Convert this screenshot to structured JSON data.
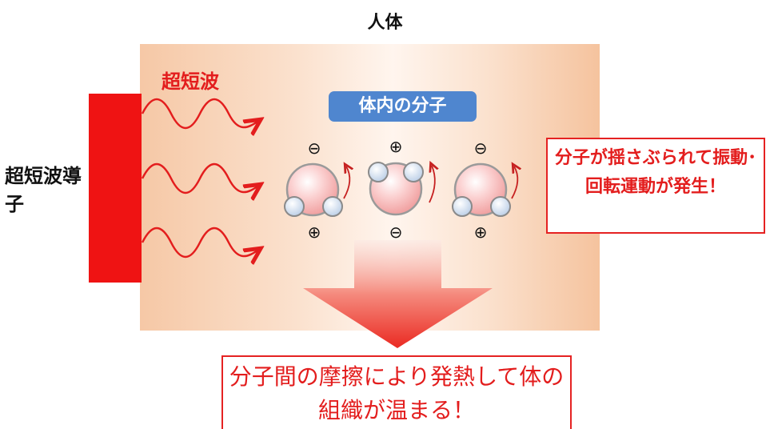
{
  "title": "人体",
  "transducer": {
    "label": "超短波導子"
  },
  "waves": {
    "label": "超短波",
    "color": "#e31d1d"
  },
  "molecules": {
    "badge": "体内の分子",
    "items": [
      {
        "top_charge": "⊖",
        "bottom_charge": "⊕"
      },
      {
        "top_charge": "⊕",
        "bottom_charge": "⊖"
      },
      {
        "top_charge": "⊖",
        "bottom_charge": "⊕"
      }
    ]
  },
  "callouts": {
    "right": "分子が揺さぶられて振動･回転運動が発生！",
    "bottom": "分子間の摩擦により発熱して体の組織が温まる！"
  },
  "colors": {
    "accent": "#e52222",
    "badge": "#4f86cf",
    "transducer": "#ef1313"
  }
}
